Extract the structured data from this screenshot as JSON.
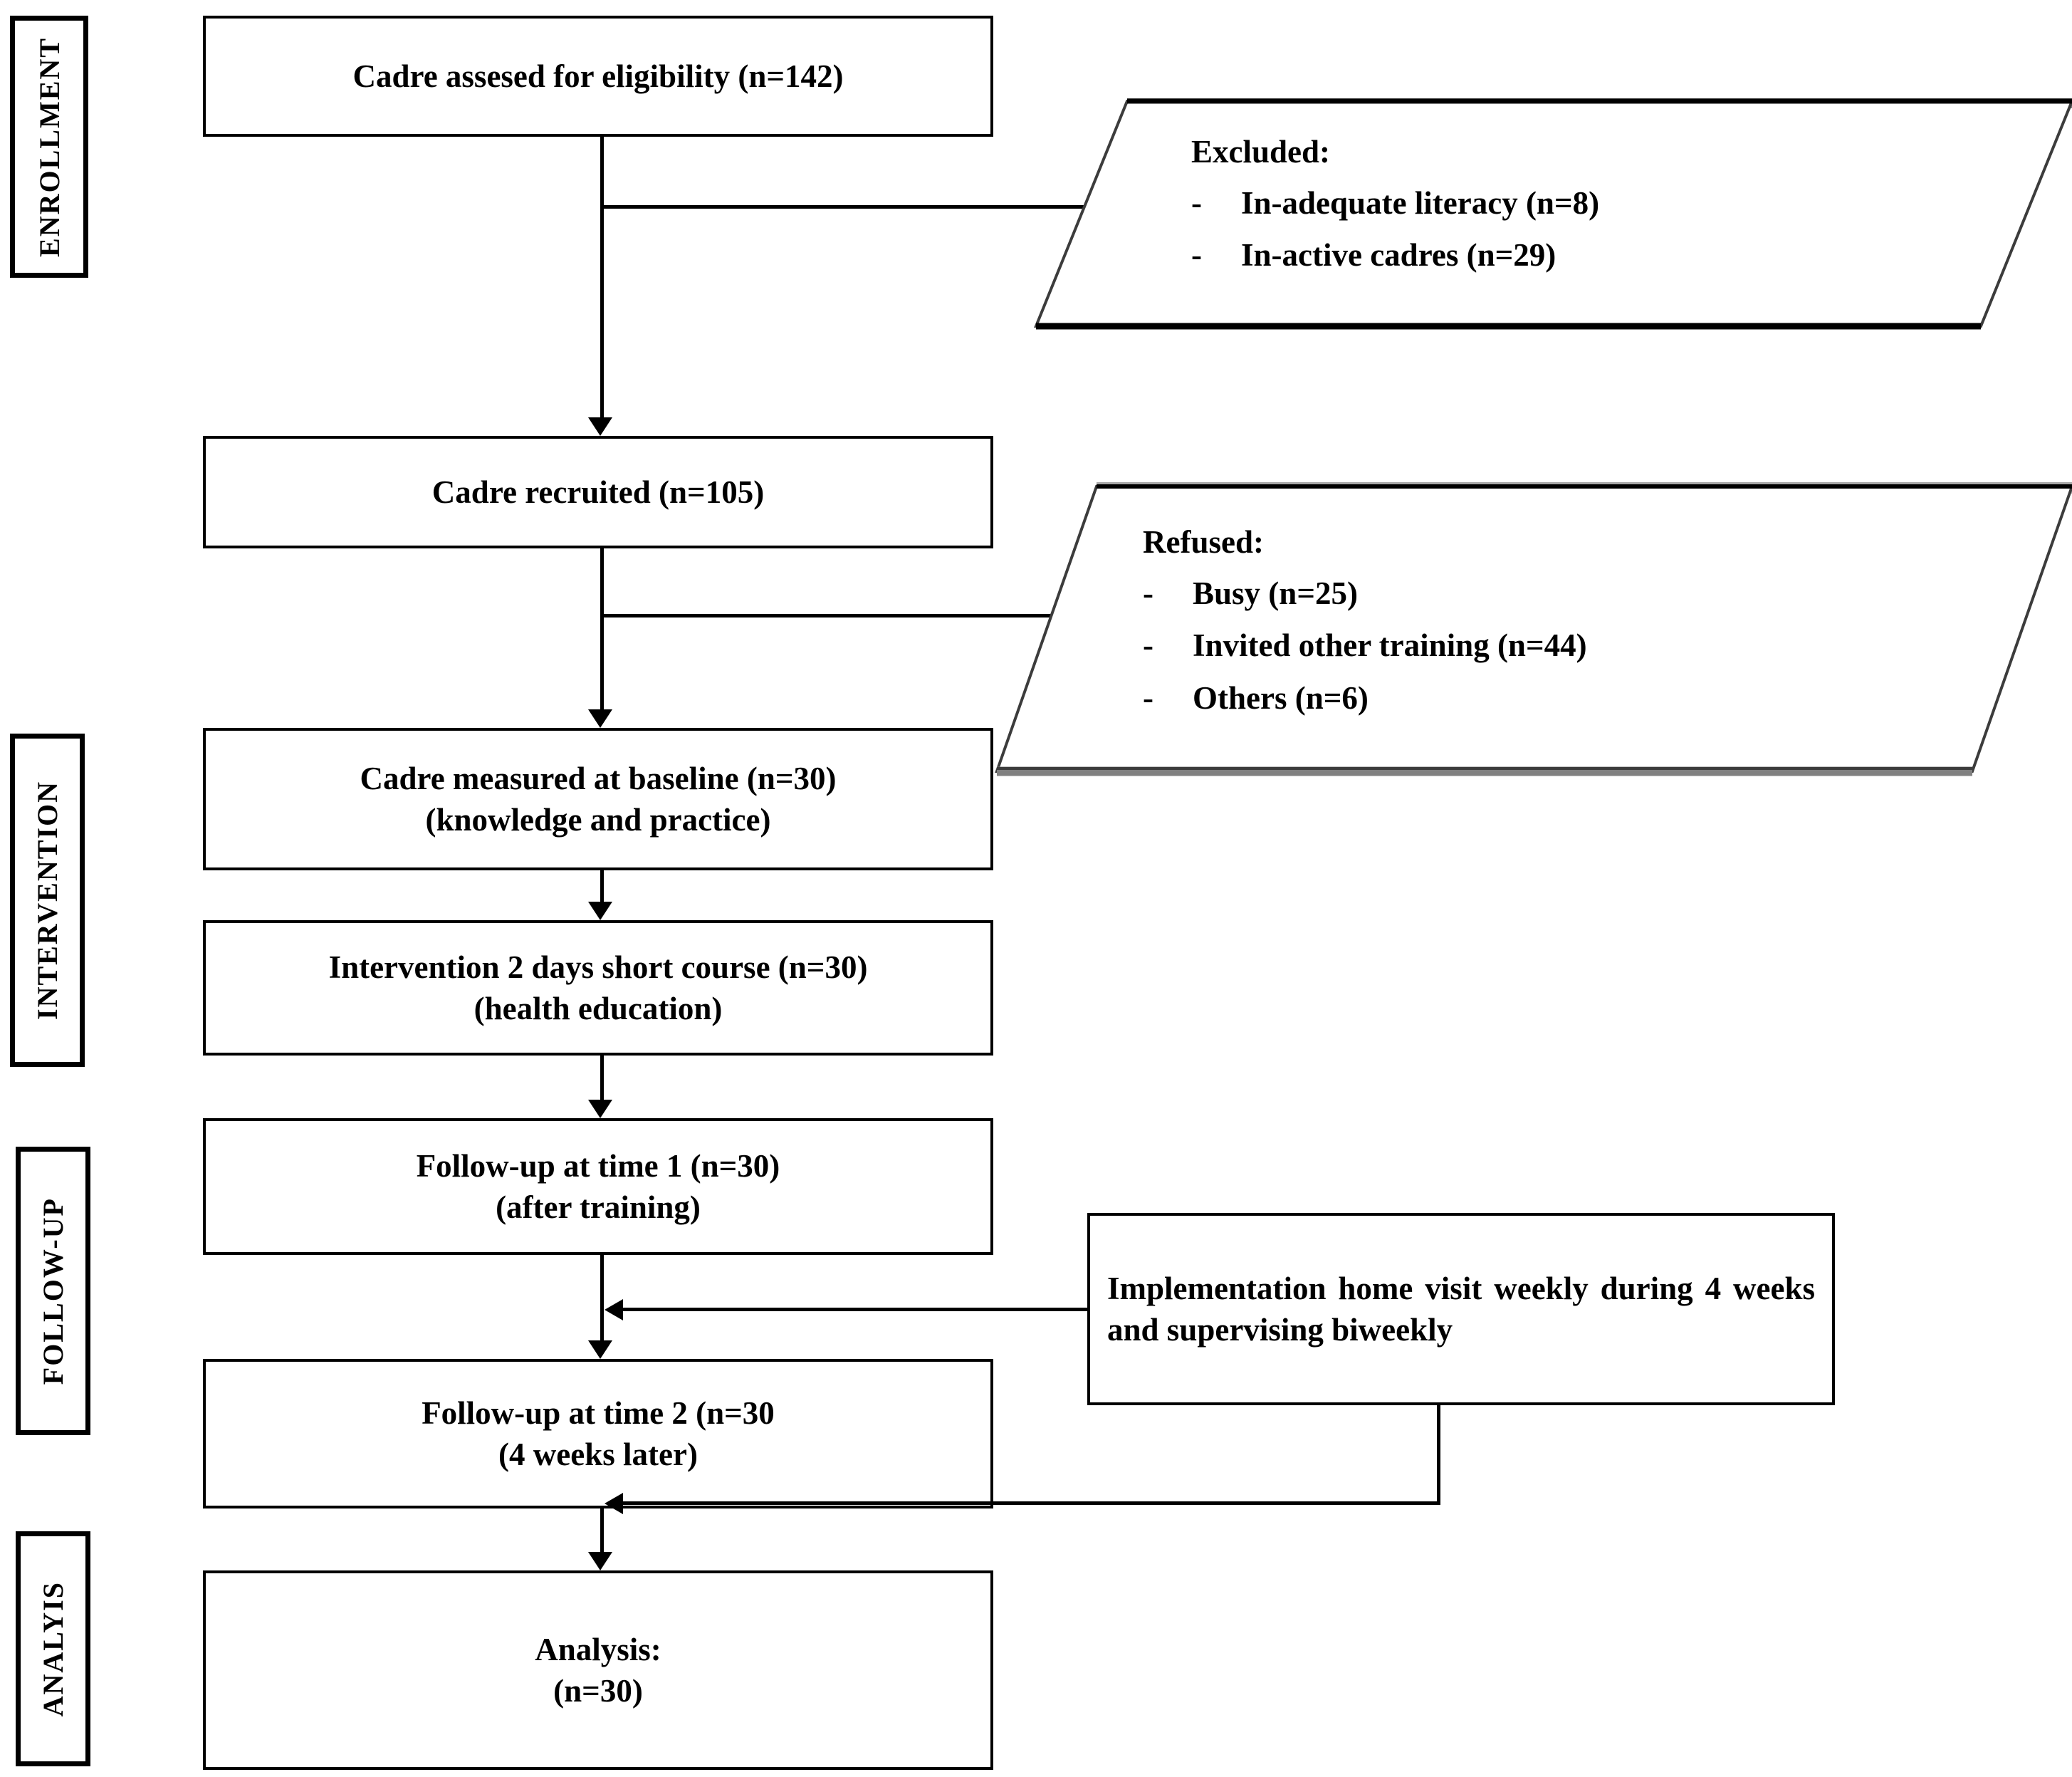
{
  "diagram": {
    "title": "CONSORT participant flow diagram",
    "stage_labels": [
      {
        "id": "enrollment",
        "text": "ENROLLMENT"
      },
      {
        "id": "intervention",
        "text": "INTERVENTION"
      },
      {
        "id": "followup",
        "text": "FOLLOW-UP"
      },
      {
        "id": "analyis",
        "text": "ANALYIS"
      }
    ],
    "nodes": [
      {
        "id": "eligibility",
        "line1": "Cadre assesed for eligibility (n=142)",
        "line2": ""
      },
      {
        "id": "recruited",
        "line1": "Cadre recruited (n=105)",
        "line2": ""
      },
      {
        "id": "baseline",
        "line1": "Cadre measured at baseline (n=30)",
        "line2": "(knowledge and practice)"
      },
      {
        "id": "intervention",
        "line1": "Intervention 2 days short course (n=30)",
        "line2": "(health education)"
      },
      {
        "id": "followup1",
        "line1": "Follow-up at time 1 (n=30)",
        "line2": "(after training)"
      },
      {
        "id": "followup2",
        "line1": "Follow-up at time 2 (n=30",
        "line2": "(4 weeks later)"
      },
      {
        "id": "analysis",
        "line1": "Analysis:",
        "line2": "(n=30)"
      }
    ],
    "implementation": {
      "id": "implementation",
      "text": "Implementation home visit weekly during 4 weeks and supervising biweekly"
    },
    "side_notes": [
      {
        "id": "excluded",
        "heading": "Excluded:",
        "bullet_marker": "-",
        "items": [
          "In-adequate literacy (n=8)",
          "In-active cadres (n=29)"
        ]
      },
      {
        "id": "refused",
        "heading": "Refused:",
        "bullet_marker": "-",
        "items": [
          "Busy  (n=25)",
          "Invited other training (n=44)",
          "Others (n=6)"
        ]
      }
    ],
    "colors": {
      "stroke": "#000000",
      "fill": "#ffffff",
      "parallelogram_edge": "#3c3c3c",
      "parallelogram_shadow": "#808080"
    }
  }
}
